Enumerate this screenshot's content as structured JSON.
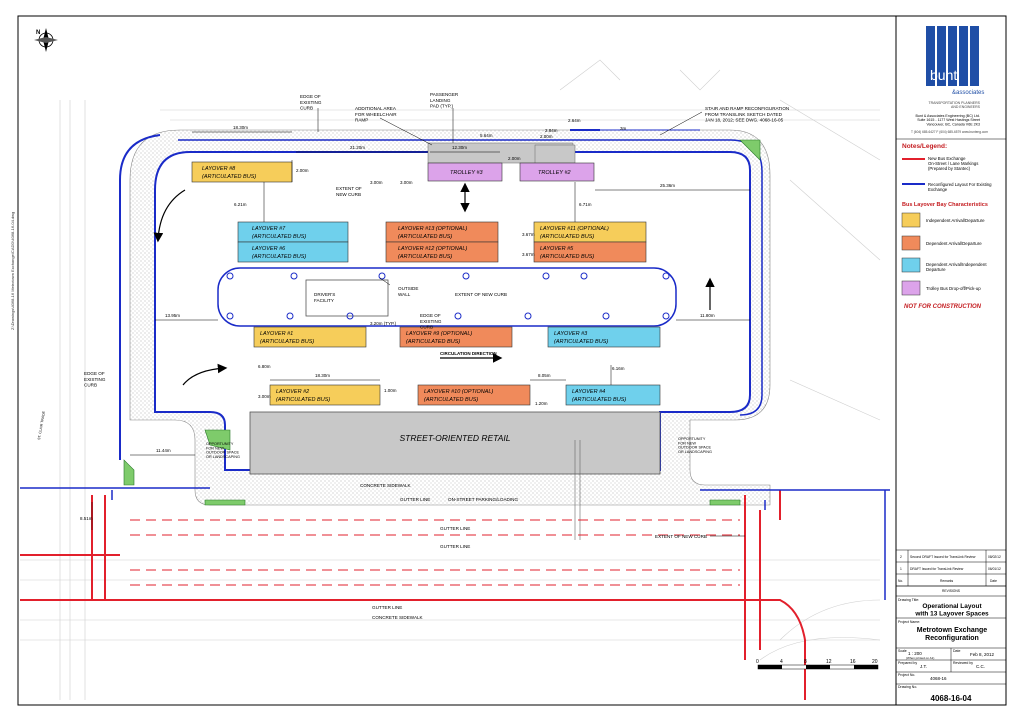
{
  "colors": {
    "new_exchange": "#e2202c",
    "reconfigured": "#1a2bc8",
    "independent": "#f6cd5a",
    "dependent": "#f08a5b",
    "dep_arrival": "#6fd0ec",
    "trolley": "#dca3ea",
    "retail": "#c8c8c8",
    "landscape": "#7ecb6b"
  },
  "bays": {
    "layover8": {
      "name": "LAYOVER #8",
      "type": "(ARTICULATED BUS)"
    },
    "trolley3": {
      "name": "TROLLEY #3"
    },
    "trolley2": {
      "name": "TROLLEY #2"
    },
    "layover7": {
      "name": "LAYOVER #7",
      "type": "(ARTICULATED BUS)"
    },
    "layover6": {
      "name": "LAYOVER #6",
      "type": "(ARTICULATED BUS)"
    },
    "layover13": {
      "name": "LAYOVER #13 (OPTIONAL)",
      "type": "(ARTICULATED BUS)"
    },
    "layover12": {
      "name": "LAYOVER #12 (OPTIONAL)",
      "type": "(ARTICULATED BUS)"
    },
    "layover11": {
      "name": "LAYOVER #11 (OPTIONAL)",
      "type": "(ARTICULATED BUS)"
    },
    "layover5": {
      "name": "LAYOVER #5",
      "type": "(ARTICULATED BUS)"
    },
    "layover1": {
      "name": "LAYOVER #1",
      "type": "(ARTICULATED BUS)"
    },
    "layover9": {
      "name": "LAYOVER #9 (OPTIONAL)",
      "type": "(ARTICULATED BUS)"
    },
    "layover3": {
      "name": "LAYOVER #3",
      "type": "(ARTICULATED BUS)"
    },
    "layover2": {
      "name": "LAYOVER #2",
      "type": "(ARTICULATED BUS)"
    },
    "layover10": {
      "name": "LAYOVER #10 (OPTIONAL)",
      "type": "(ARTICULATED BUS)"
    },
    "layover4": {
      "name": "LAYOVER #4",
      "type": "(ARTICULATED BUS)"
    }
  },
  "annotations": {
    "edge_curb_top": "EDGE OF\nEXISTING\nCURB",
    "wheelchair": "ADDITIONAL AREA\nFOR WHEELCHAIR\nRAMP",
    "landing_pad": "PASSENGER\nLANDING\nPAD (TYP.)",
    "stair_ramp": "STAIR AND RAMP RECONFIGURATION\nFROM TRANSLINK SKETCH DATED\nJAN 18, 2012; SEE DWG. 4068-16-05",
    "extent_curb_1": "EXTENT OF\nNEW CURB",
    "drivers_facility": "DRIVER'S\nFACILITY",
    "outside_wall": "OUTSIDE\nWALL",
    "extent_curb_2": "EXTENT OF NEW CURB",
    "edge_curb_mid": "EDGE OF\nEXISTING\nCURB",
    "circulation": "CIRCULATION DIRECTION",
    "edge_curb_left": "EDGE OF\nEXISTING\nCURB",
    "retail": "STREET-ORIENTED RETAIL",
    "opportunity_left": "OPPORTUNITY\nFOR NEW\nOUTDOOR SPACE\nOR LANDSCAPING",
    "opportunity_right": "OPPORTUNITY\nFOR NEW\nOUTDOOR SPACE\nOR LANDSCAPING",
    "concrete_sidewalk": "CONCRETE SIDEWALK",
    "gutter_line": "GUTTER LINE",
    "on_street": "ON-STREET PARKING/LOADING",
    "gutter_line_2": "GUTTER LINE",
    "gutter_line_3": "GUTTER LINE",
    "extent_curb_3": "EXTENT OF NEW CURB",
    "gutter_line_4": "GUTTER LINE",
    "concrete_sidewalk_2": "CONCRETE SIDEWALK",
    "st_clair": "ST. CLAIR TRADE"
  },
  "dimensions": {
    "d1": "18.30m",
    "d2": "21.20m",
    "d3": "12.30m",
    "d4": "5.64m",
    "d5": "2.00m",
    "d6": "2.00m",
    "d7": "2.84m",
    "d8": "2.64m",
    "d9": "3m",
    "d10": "2.00m",
    "d11": "3.00m",
    "d12": "3.00m",
    "d13": "25.36m",
    "d14": "6.21m",
    "d15": "6.71m",
    "d16": "3.67m",
    "d17": "3.67m",
    "d18": "13.95m",
    "d19": "11.80m",
    "d20": "3.20m (TYP.)",
    "d21": "6.80m",
    "d22": "18.30m",
    "d23": "1.00m",
    "d24": "8.05m",
    "d25": "6.16m",
    "d26": "11.44m",
    "d27": "8.51m",
    "d28": "3.00m",
    "d29": "1.20m"
  },
  "company": {
    "logo_word": "bunt",
    "logo_sub": "&associates",
    "tagline": "TRANSPORTATION PLANNERS\nAND ENGINEERS",
    "address": "Bunt & Associates Engineering (BC) Ltd.\nSuite 1615 - 1177 West Hastings Street\nVancouver, BC, Canada V6E 2K3",
    "contact": "T (604) 685-6427   F (604) 685-6579   www.bunteng.com"
  },
  "legend": {
    "title": "Notes/Legend:",
    "new_exchange": "New Bus Exchange\nOn-Street / Lane Markings\n(Prepared by Stantec)",
    "reconfigured": "Reconfigured Layout For Existing\nExchange",
    "bay_title": "Bus Layover Bay Characteristics",
    "items": [
      {
        "label": "Independent Arrival/Departure"
      },
      {
        "label": "Dependent Arrival/Departure"
      },
      {
        "label": "Dependent Arrival/Independent\nDeparture"
      },
      {
        "label": "Trolley Bus Drop-off/Pick-up"
      }
    ],
    "not_for_construction": "NOT FOR CONSTRUCTION"
  },
  "revisions": {
    "rows": [
      {
        "no": "2",
        "remarks": "Second DRAFT Issued for TransLink Review",
        "date": "08/02/12"
      },
      {
        "no": "1",
        "remarks": "DRAFT Issued for TransLink Review",
        "date": "06/01/12"
      }
    ],
    "header": {
      "no": "No.",
      "remarks": "Remarks",
      "date": "Date"
    },
    "caption": "REVISIONS"
  },
  "title_block": {
    "drawing_title_label": "Drawing Title:",
    "drawing_title": "Operational Layout\nwith 13 Layover Spaces",
    "project_name_label": "Project Name:",
    "project_name": "Metrotown Exchange\nReconfiguration",
    "scale_label": "Scale",
    "scale": "1 : 200",
    "scale_note": "(When printed on A1)",
    "date_label": "Date",
    "date": "Feb 8, 2012",
    "prepared_label": "Prepared by",
    "prepared": "J.T.",
    "reviewed_label": "Reviewed by",
    "reviewed": "C.C.",
    "project_no_label": "Project No.",
    "project_no": "4068-16",
    "drawing_no_label": "Drawing No.",
    "drawing_no": "4068-16-04",
    "scale_ticks": [
      "0",
      "4",
      "8",
      "12",
      "16",
      "20"
    ]
  },
  "side_text": "Z:\\Drawings\\4068-16 Metrotown Exchange\\CADD\\4068-16-04.dwg"
}
